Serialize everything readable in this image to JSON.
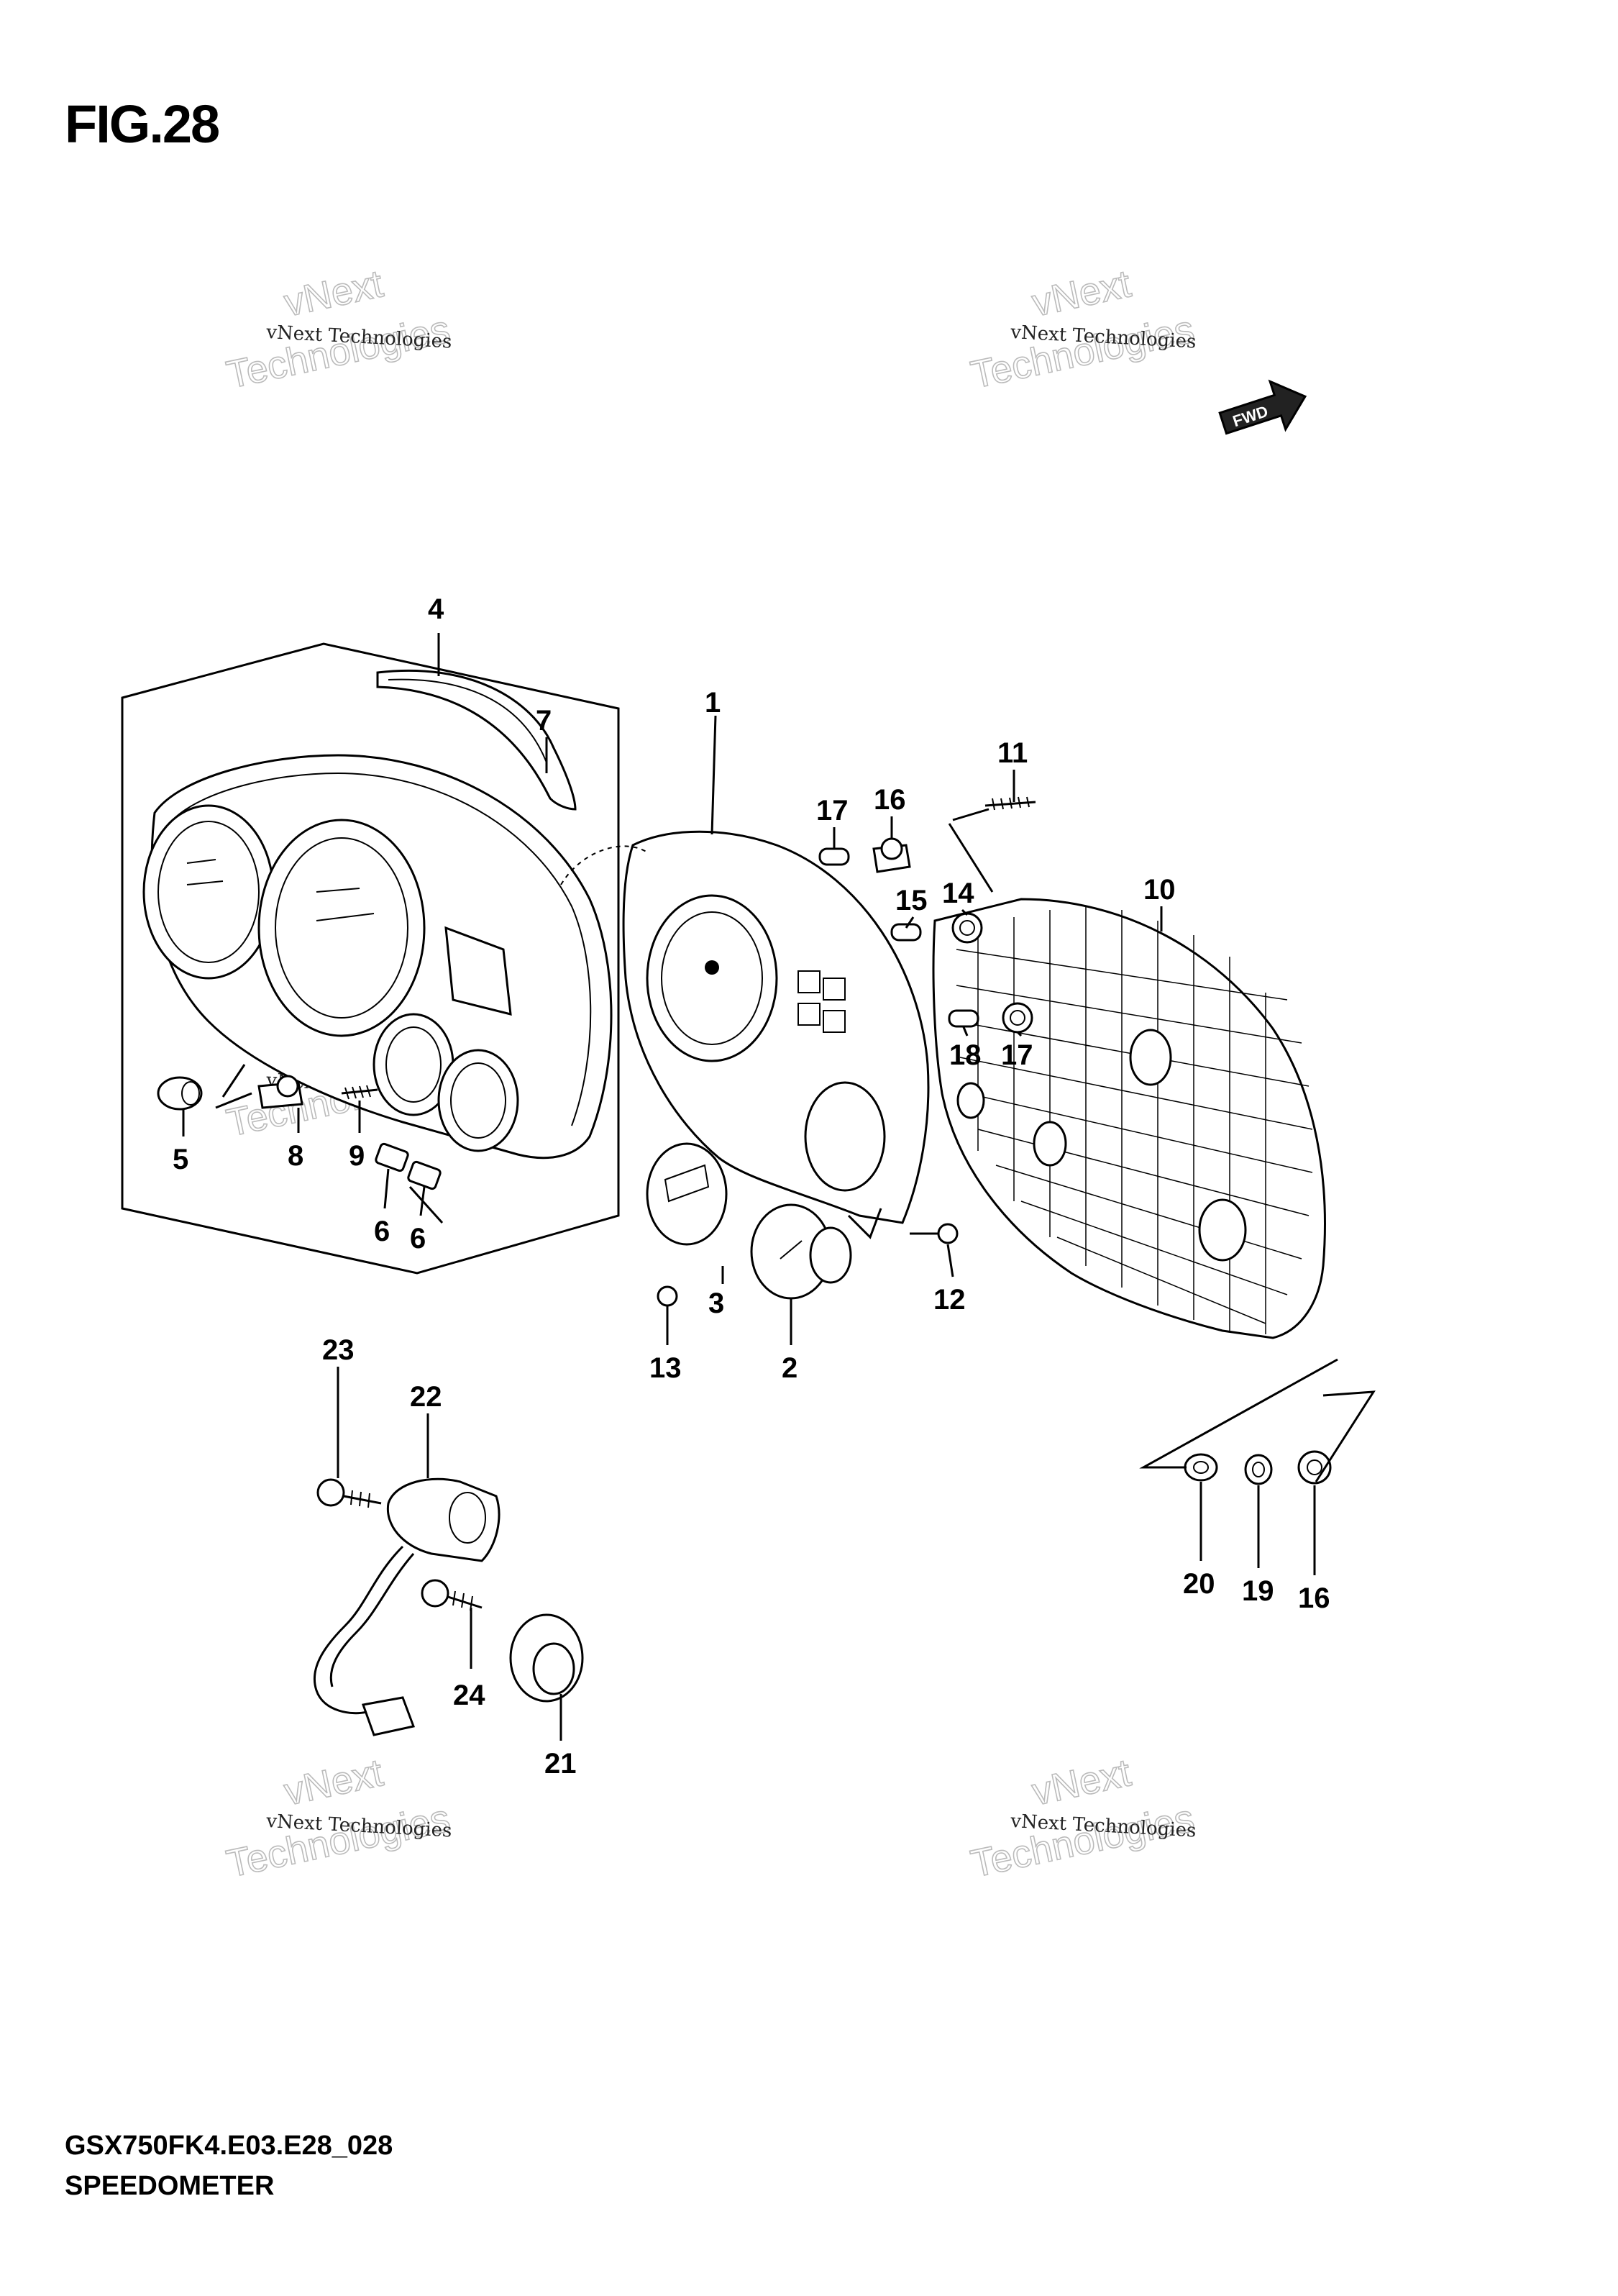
{
  "figure": {
    "title": "FIG.28",
    "model_code": "GSX750FK4.E03.E28_028",
    "caption": "SPEEDOMETER"
  },
  "watermark": {
    "small_text": "vNext Technologies",
    "big_line_1": "vNext",
    "big_line_2": "Technologies"
  },
  "direction_arrow": {
    "label": "FWD",
    "icon": "forward-arrow-icon"
  },
  "callouts": [
    {
      "id": "part-1",
      "label": "1"
    },
    {
      "id": "part-2",
      "label": "2"
    },
    {
      "id": "part-3",
      "label": "3"
    },
    {
      "id": "part-4",
      "label": "4"
    },
    {
      "id": "part-5",
      "label": "5"
    },
    {
      "id": "part-6a",
      "label": "6"
    },
    {
      "id": "part-6b",
      "label": "6"
    },
    {
      "id": "part-7",
      "label": "7"
    },
    {
      "id": "part-8",
      "label": "8"
    },
    {
      "id": "part-9",
      "label": "9"
    },
    {
      "id": "part-10",
      "label": "10"
    },
    {
      "id": "part-11",
      "label": "11"
    },
    {
      "id": "part-12",
      "label": "12"
    },
    {
      "id": "part-13",
      "label": "13"
    },
    {
      "id": "part-14",
      "label": "14"
    },
    {
      "id": "part-15",
      "label": "15"
    },
    {
      "id": "part-16a",
      "label": "16"
    },
    {
      "id": "part-16b",
      "label": "16"
    },
    {
      "id": "part-17a",
      "label": "17"
    },
    {
      "id": "part-17b",
      "label": "17"
    },
    {
      "id": "part-18",
      "label": "18"
    },
    {
      "id": "part-19",
      "label": "19"
    },
    {
      "id": "part-20",
      "label": "20"
    },
    {
      "id": "part-21",
      "label": "21"
    },
    {
      "id": "part-22",
      "label": "22"
    },
    {
      "id": "part-23",
      "label": "23"
    },
    {
      "id": "part-24",
      "label": "24"
    }
  ]
}
